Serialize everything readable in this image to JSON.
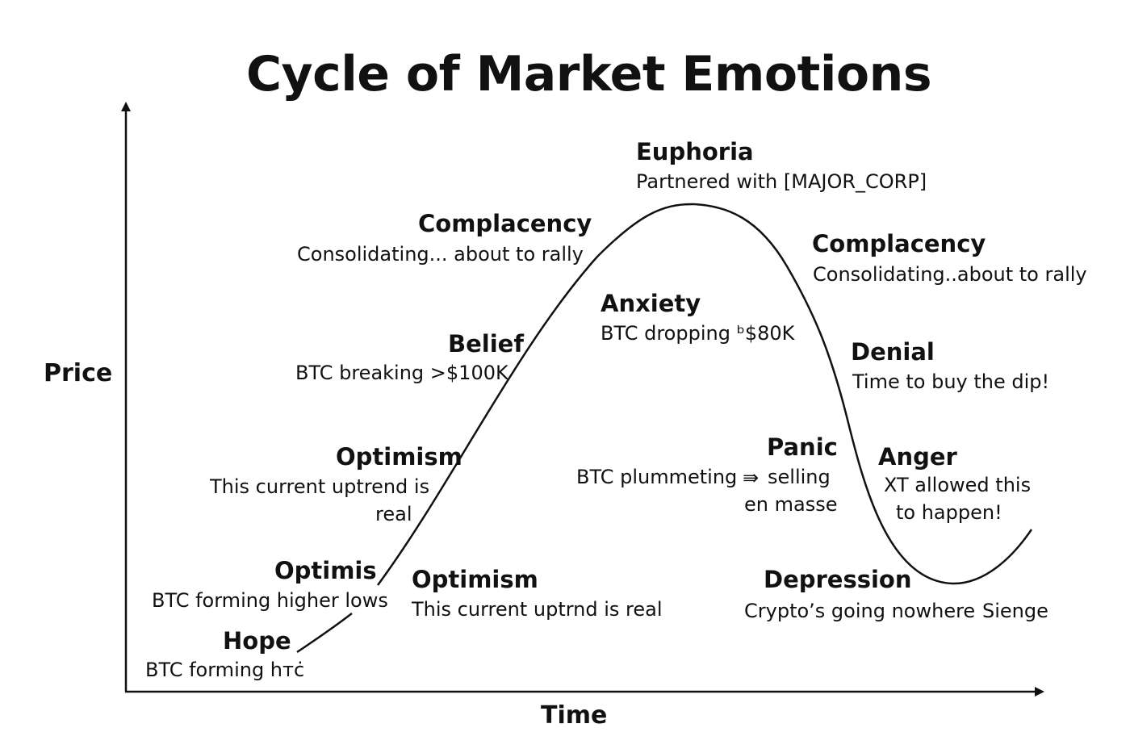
{
  "title": "Cycle of Market Emotions",
  "axes": {
    "y_label": "Price",
    "x_label": "Time"
  },
  "stages": [
    {
      "label": "Hope",
      "description": "BTC forming hтċ"
    },
    {
      "label": "Optimis",
      "description": "BTC forming higher lows"
    },
    {
      "label": "Optimism",
      "description_line1": "This current uptrend is",
      "description_line2": "real"
    },
    {
      "label": "Belief",
      "description": "BTC breaking >$100K"
    },
    {
      "label": "Complacency",
      "description": "Consolidating... about to rally"
    },
    {
      "label": "Euphoria",
      "description": "Partnered with [MAJOR_CORP]"
    },
    {
      "label": "Anxiety",
      "description": "BTC dropping ᵇ$80K"
    },
    {
      "label": "Complacency",
      "description": "Consolidating..about to rally"
    },
    {
      "label": "Denial",
      "description": "Time to buy the dip!"
    },
    {
      "label": "Panic",
      "description_left": "BTC plummeting",
      "arrow": "⇛",
      "description_line1": "selling",
      "description_line2": "en masse"
    },
    {
      "label": "Anger",
      "description_line1": "XT allowed this",
      "description_line2": "to happen!"
    },
    {
      "label": "Depression",
      "description": "Crypto’s going nowhere",
      "extra": "Sienge"
    },
    {
      "label": "Optimism",
      "description": "This current uptrnd is real"
    }
  ],
  "colors": {
    "line": "#111111",
    "background": "#ffffff"
  }
}
